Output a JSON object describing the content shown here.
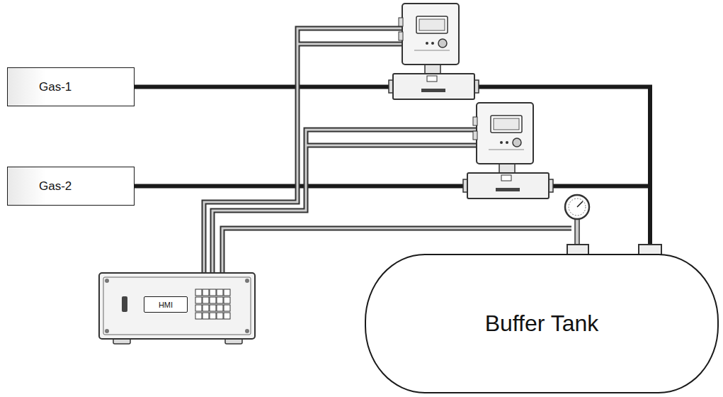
{
  "diagram": {
    "nodes": [
      {
        "text": [
          "Gas-1"
        ]
      },
      {
        "text": [
          "Gas-2"
        ]
      },
      {
        "text": [
          "HMI"
        ]
      },
      {
        "text": [
          "Buffer Tank"
        ]
      }
    ],
    "edges": [
      {
        "from": 0,
        "to": 3,
        "arrow": "none"
      },
      {
        "from": 1,
        "to": 3,
        "arrow": "none"
      }
    ]
  }
}
